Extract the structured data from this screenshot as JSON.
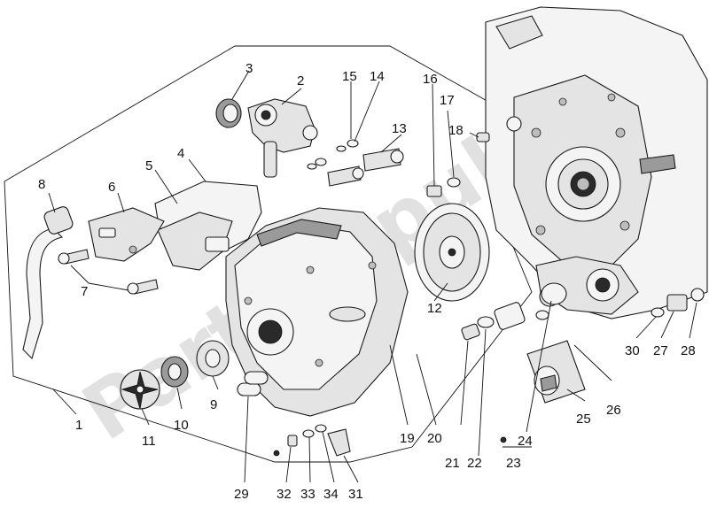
{
  "watermark": "PartsRepublik",
  "callouts": [
    "1",
    "2",
    "3",
    "4",
    "5",
    "6",
    "7",
    "8",
    "9",
    "10",
    "11",
    "12",
    "13",
    "14",
    "15",
    "16",
    "17",
    "18",
    "19",
    "20",
    "21",
    "22",
    "23",
    "24",
    "25",
    "26",
    "27",
    "28",
    "29",
    "30",
    "31",
    "32",
    "33",
    "34"
  ],
  "parts": [
    {
      "id": "1"
    },
    {
      "id": "2"
    },
    {
      "id": "3"
    },
    {
      "id": "4"
    },
    {
      "id": "5"
    },
    {
      "id": "6"
    },
    {
      "id": "7"
    },
    {
      "id": "8"
    },
    {
      "id": "9"
    },
    {
      "id": "10"
    },
    {
      "id": "11"
    },
    {
      "id": "12"
    },
    {
      "id": "13"
    },
    {
      "id": "14"
    },
    {
      "id": "15"
    },
    {
      "id": "16"
    },
    {
      "id": "17"
    },
    {
      "id": "18"
    },
    {
      "id": "19"
    },
    {
      "id": "20"
    },
    {
      "id": "21"
    },
    {
      "id": "22"
    },
    {
      "id": "23"
    },
    {
      "id": "24"
    },
    {
      "id": "25"
    },
    {
      "id": "26"
    },
    {
      "id": "27"
    },
    {
      "id": "28"
    },
    {
      "id": "29"
    },
    {
      "id": "30"
    },
    {
      "id": "31"
    },
    {
      "id": "32"
    },
    {
      "id": "33"
    },
    {
      "id": "34"
    }
  ]
}
